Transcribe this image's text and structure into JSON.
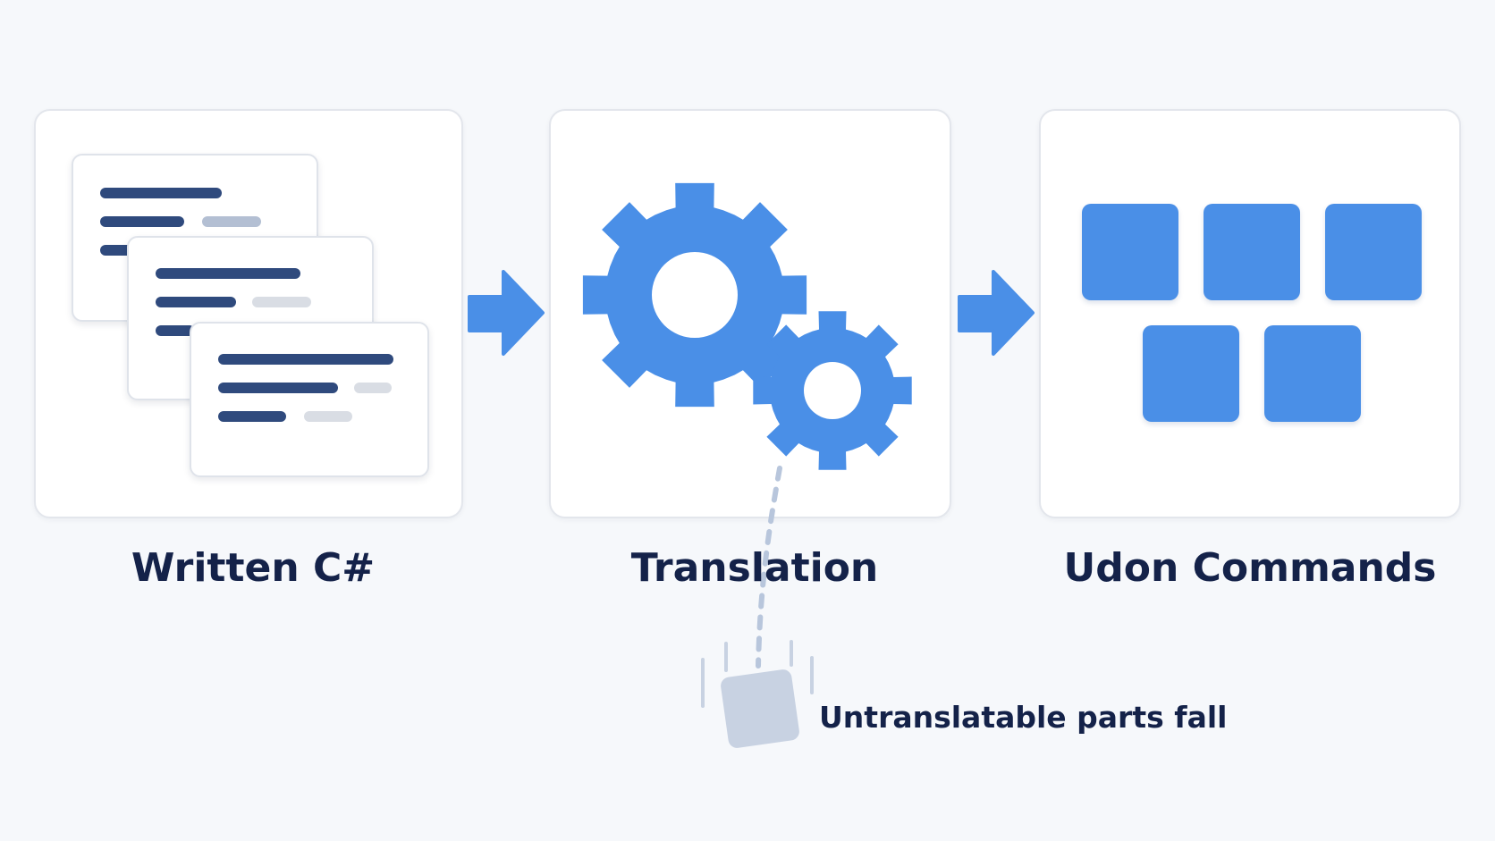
{
  "colors": {
    "background": "#f6f8fb",
    "panel": "#ffffff",
    "accent_blue": "#4a8fe7",
    "code_dark": "#2f4a7d",
    "text_navy": "#142249",
    "fallen_block": "#c8d2e2",
    "dashed_trail": "#b8c6dc"
  },
  "stages": [
    {
      "label": "Written C#",
      "icon": "stacked-code-documents-icon"
    },
    {
      "label": "Translation",
      "icon": "gears-icon"
    },
    {
      "label": "Udon Commands",
      "icon": "command-blocks-icon"
    }
  ],
  "flow_arrows": [
    "arrow-right-icon",
    "arrow-right-icon"
  ],
  "fall_caption": "Untranslatable parts fall",
  "udon_block_count": 5
}
